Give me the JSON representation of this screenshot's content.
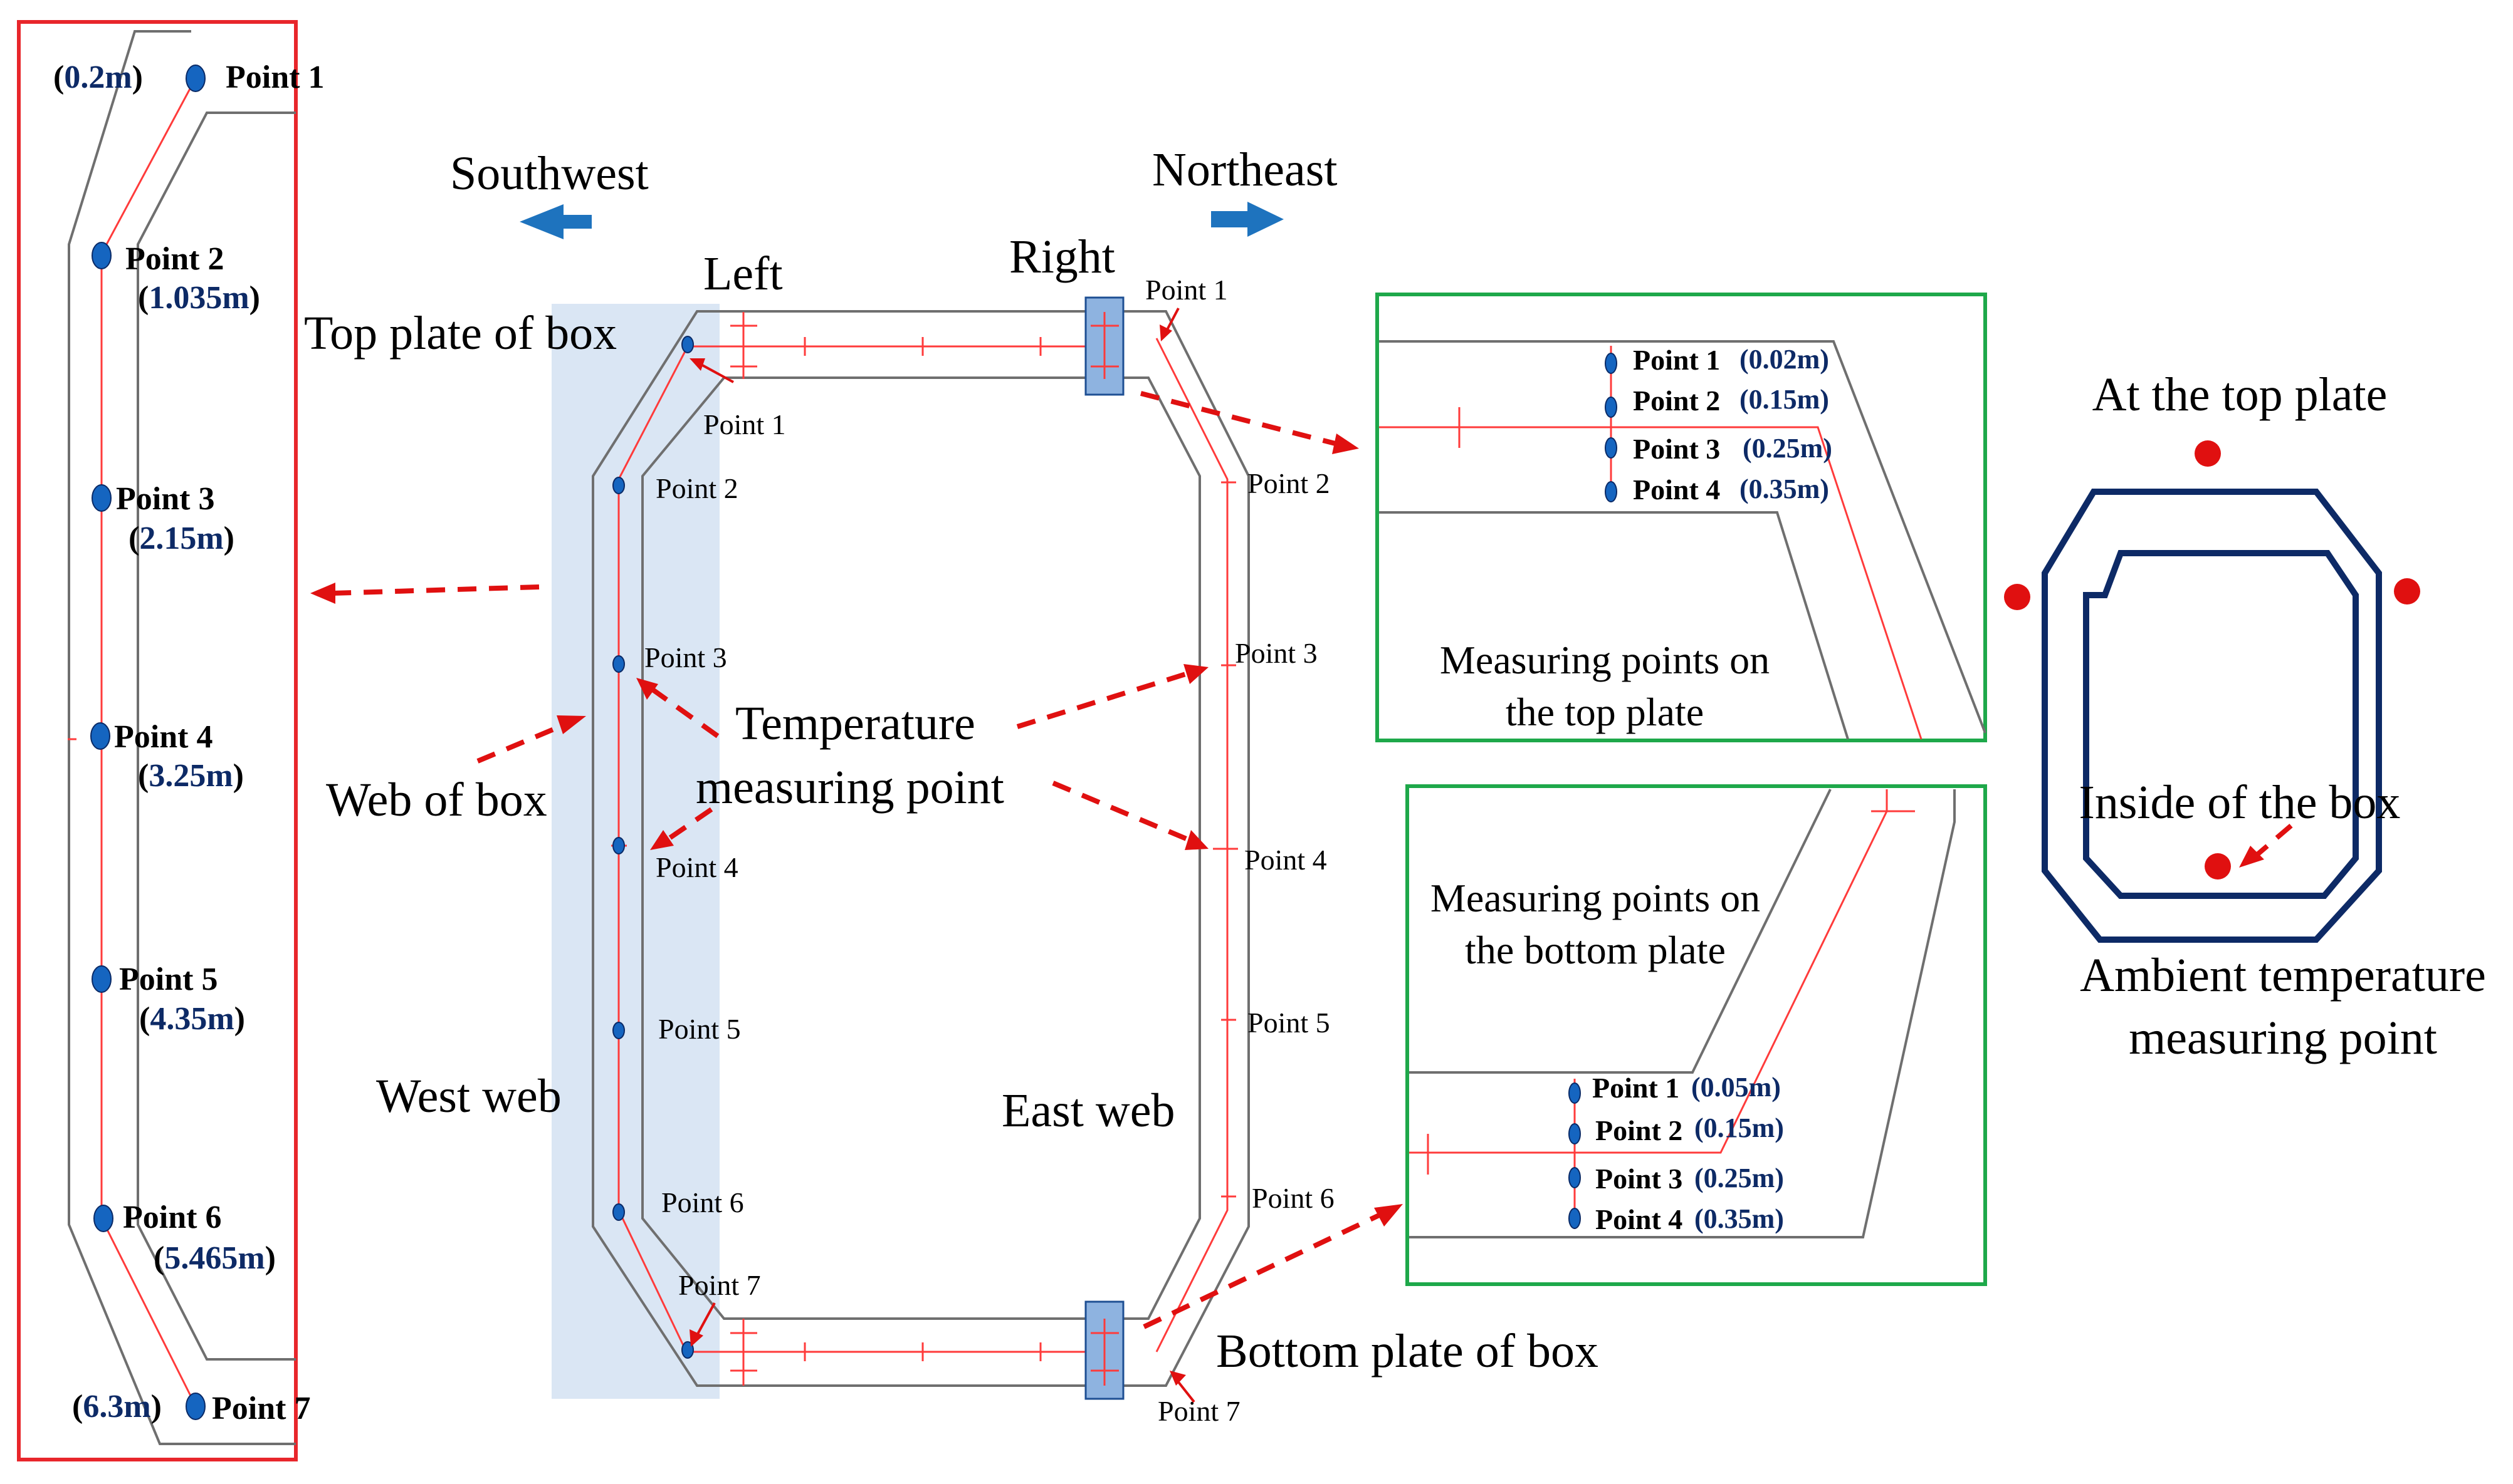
{
  "directions": {
    "southwest": "Southwest",
    "northeast": "Northeast"
  },
  "labels": {
    "left": "Left",
    "right": "Right",
    "top_plate": "Top plate of box",
    "web_of_box": "Web of box",
    "west_web": "West web",
    "east_web": "East web",
    "temp_point_line1": "Temperature",
    "temp_point_line2": "measuring point",
    "bottom_plate": "Bottom plate of box",
    "at_top_plate": "At the top plate",
    "inside_box": "Inside of the box",
    "ambient_line1": "Ambient temperature",
    "ambient_line2": "measuring point"
  },
  "west_web_detail": {
    "points": [
      {
        "label": "Point 1",
        "distance": "0.2m"
      },
      {
        "label": "Point 2",
        "distance": "1.035m"
      },
      {
        "label": "Point 3",
        "distance": "2.15m"
      },
      {
        "label": "Point 4",
        "distance": "3.25m"
      },
      {
        "label": "Point 5",
        "distance": "4.35m"
      },
      {
        "label": "Point 6",
        "distance": "5.465m"
      },
      {
        "label": "Point 7",
        "distance": "6.3m"
      }
    ]
  },
  "section_points": {
    "west": [
      "Point 1",
      "Point 2",
      "Point 3",
      "Point 4",
      "Point 5",
      "Point 6",
      "Point 7"
    ],
    "east": [
      "Point 1",
      "Point 2",
      "Point 3",
      "Point 4",
      "Point 5",
      "Point 6",
      "Point 7"
    ]
  },
  "top_plate_detail": {
    "caption_line1": "Measuring points on",
    "caption_line2": "the top plate",
    "points": [
      {
        "label": "Point 1",
        "distance": "(0.02m)"
      },
      {
        "label": "Point 2",
        "distance": "(0.15m)"
      },
      {
        "label": "Point 3",
        "distance": "(0.25m)"
      },
      {
        "label": "Point 4",
        "distance": "(0.35m)"
      }
    ]
  },
  "bottom_plate_detail": {
    "caption_line1": "Measuring points on",
    "caption_line2": "the bottom plate",
    "points": [
      {
        "label": "Point 1",
        "distance": "(0.05m)"
      },
      {
        "label": "Point 2",
        "distance": "(0.15m)"
      },
      {
        "label": "Point 3",
        "distance": "(0.25m)"
      },
      {
        "label": "Point 4",
        "distance": "(0.35m)"
      }
    ]
  },
  "colors": {
    "detail_frame": "#e8262b",
    "plate_frame": "#1ea84a",
    "measure_point": "#1565c0",
    "ambient_point": "#e01010",
    "web_highlight": "#dae6f4",
    "arrow_blue": "#1e73be"
  }
}
